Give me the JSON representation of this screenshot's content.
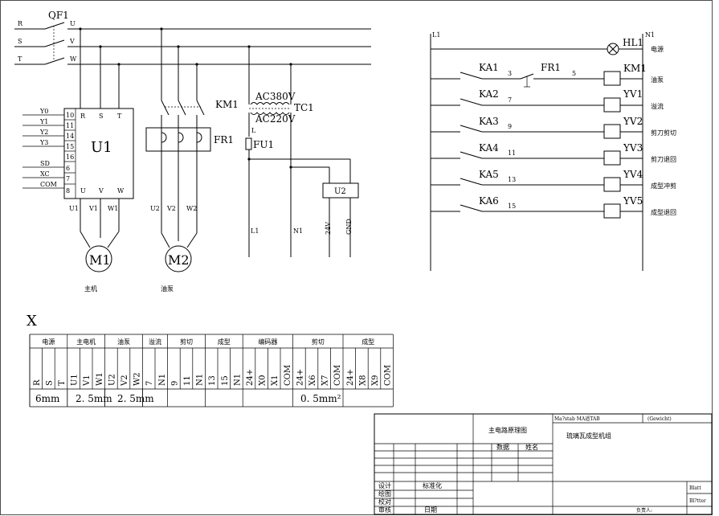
{
  "main": {
    "breaker": "QF1",
    "phases_in": [
      "R",
      "S",
      "T"
    ],
    "phases_out": [
      "U",
      "V",
      "W"
    ],
    "inverter": {
      "name": "U1",
      "top_terms": [
        "R",
        "S",
        "T"
      ],
      "bottom_terms": [
        "U",
        "V",
        "W"
      ],
      "pin_nums": [
        "10",
        "11",
        "14",
        "15",
        "16",
        "6",
        "7",
        "8"
      ],
      "signals": [
        "Y0",
        "Y1",
        "Y2",
        "Y3",
        "SD",
        "XC",
        "COM"
      ]
    },
    "contactor": "KM1",
    "overload": "FR1",
    "motor1": {
      "name": "M1",
      "leads": [
        "U1",
        "V1",
        "W1"
      ],
      "caption": "主机"
    },
    "motor2": {
      "name": "M2",
      "leads": [
        "U2",
        "V2",
        "W2"
      ],
      "caption": "油泵"
    },
    "transformer": {
      "name": "TC1",
      "primary": "AC380V",
      "secondary": "AC220V"
    },
    "fuse": "FU1",
    "fuse_l": "L",
    "psu": "U2",
    "bottom_labels": [
      "L1",
      "N1",
      "24V",
      "GND"
    ]
  },
  "control": {
    "left_rail": "L1",
    "right_rail": "N1",
    "lamp": {
      "name": "HL1",
      "label": "电源"
    },
    "rungs": [
      {
        "contact": "KA1",
        "wire_a": "3",
        "extra": "FR1",
        "wire_b": "5",
        "coil": "KM1",
        "label": "油泵"
      },
      {
        "contact": "KA2",
        "wire_a": "7",
        "coil": "YV1",
        "label": "溢流"
      },
      {
        "contact": "KA3",
        "wire_a": "9",
        "coil": "YV2",
        "label": "剪刀剪切"
      },
      {
        "contact": "KA4",
        "wire_a": "11",
        "coil": "YV3",
        "label": "剪刀退回"
      },
      {
        "contact": "KA5",
        "wire_a": "13",
        "coil": "YV4",
        "label": "成型冲剪"
      },
      {
        "contact": "KA6",
        "wire_a": "15",
        "coil": "YV5",
        "label": "成型退回"
      }
    ]
  },
  "terminal": {
    "title": "X",
    "groups": [
      {
        "name": "电源",
        "terms": [
          "R",
          "S",
          "T"
        ]
      },
      {
        "name": "主电机",
        "terms": [
          "U1",
          "V1",
          "W1"
        ]
      },
      {
        "name": "油泵",
        "terms": [
          "U2",
          "V2",
          "W2"
        ]
      },
      {
        "name": "溢流",
        "terms": [
          "7",
          "N1"
        ]
      },
      {
        "name": "剪切",
        "terms": [
          "9",
          "11",
          "N1"
        ]
      },
      {
        "name": "成型",
        "terms": [
          "13",
          "15",
          "N1"
        ]
      },
      {
        "name": "编码器",
        "terms": [
          "24+",
          "X0",
          "X1",
          "COM"
        ]
      },
      {
        "name": "剪切",
        "terms": [
          "24+",
          "X6",
          "X7",
          "COM"
        ]
      },
      {
        "name": "成型",
        "terms": [
          "24+",
          "X8",
          "X9",
          "COM"
        ]
      }
    ],
    "sizes": [
      "6mm",
      "2. 5mm",
      "2. 5mm",
      "0. 5mm²"
    ]
  },
  "titleblock": {
    "drawing_title": "主电路原理图",
    "product": "琉璃瓦成型机组",
    "scale_label": "Ma?stab  MA适TAB",
    "weight_label": "(Gewicht)",
    "data_col": "数据",
    "name_col": "姓名",
    "rows": [
      "设计",
      "绘图",
      "校对",
      "审核"
    ],
    "std": "标准化",
    "date": "日期",
    "sheet": "Blatt",
    "sheets": "Bl?tter",
    "owner": "负责人:"
  }
}
